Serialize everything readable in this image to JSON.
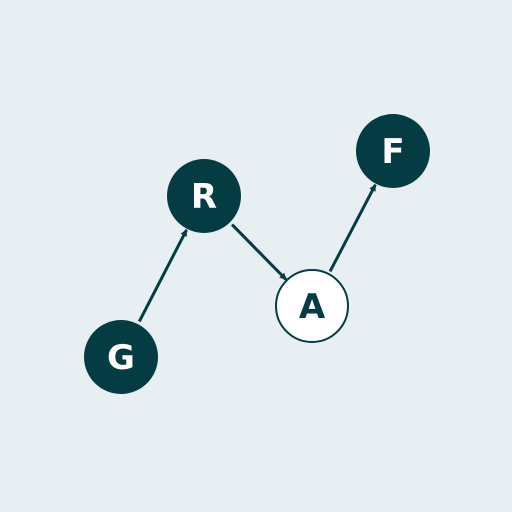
{
  "colors": {
    "background": "#e8eff2",
    "primary": "#053c44",
    "node_light_fill": "#ffffff",
    "node_dark_text": "#ffffff",
    "node_light_text": "#053c44"
  },
  "diagram": {
    "nodes": [
      {
        "id": "G",
        "label": "G",
        "style": "filled"
      },
      {
        "id": "R",
        "label": "R",
        "style": "filled"
      },
      {
        "id": "A",
        "label": "A",
        "style": "outline"
      },
      {
        "id": "F",
        "label": "F",
        "style": "filled"
      }
    ],
    "edges": [
      {
        "from": "G",
        "to": "R"
      },
      {
        "from": "R",
        "to": "A"
      },
      {
        "from": "A",
        "to": "F"
      }
    ]
  }
}
